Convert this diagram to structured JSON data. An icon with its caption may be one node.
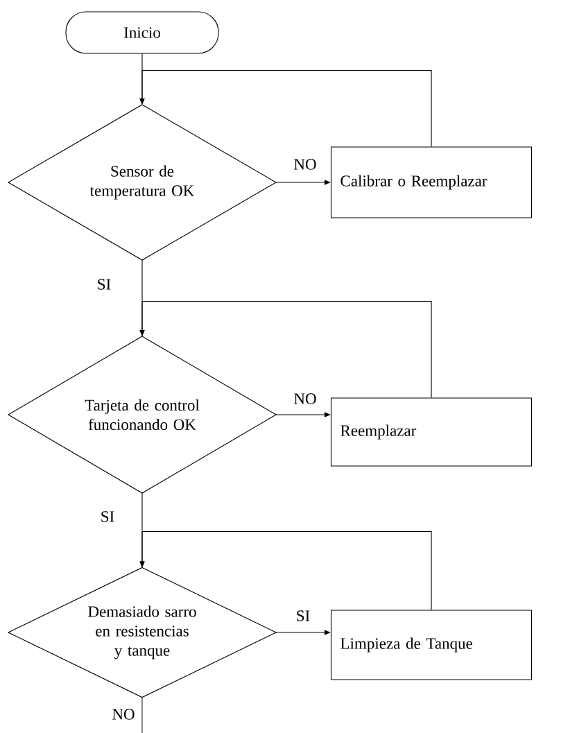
{
  "diagram": {
    "nodes": [
      {
        "text": [
          "Inicio"
        ]
      },
      {
        "text": [
          "Sensor de temperatura OK"
        ]
      },
      {
        "text": [
          "Calibrar o Reemplazar"
        ]
      },
      {
        "text": [
          "Tarjeta de control funcionando OK"
        ]
      },
      {
        "text": [
          "Reemplazar"
        ]
      },
      {
        "text": [
          "Demasiado sarro en resistencias y tanque"
        ]
      },
      {
        "text": [
          "Limpieza de Tanque"
        ]
      }
    ],
    "edges": [
      {
        "from": 0,
        "to": 1,
        "arrow": "to"
      },
      {
        "from": 1,
        "to": 2,
        "arrow": "to",
        "label": "NO"
      },
      {
        "from": 2,
        "to": 1,
        "arrow": "to"
      },
      {
        "from": 1,
        "to": 3,
        "arrow": "to",
        "label": "SI"
      },
      {
        "from": 3,
        "to": 4,
        "arrow": "to",
        "label": "NO"
      },
      {
        "from": 4,
        "to": 3,
        "arrow": "to"
      },
      {
        "from": 3,
        "to": 5,
        "arrow": "to",
        "label": "SI"
      },
      {
        "from": 5,
        "to": 6,
        "arrow": "to",
        "label": "SI"
      },
      {
        "from": 6,
        "to": 5,
        "arrow": "to"
      },
      {
        "from": 5,
        "to": null,
        "arrow": "none",
        "label": "NO"
      }
    ]
  }
}
